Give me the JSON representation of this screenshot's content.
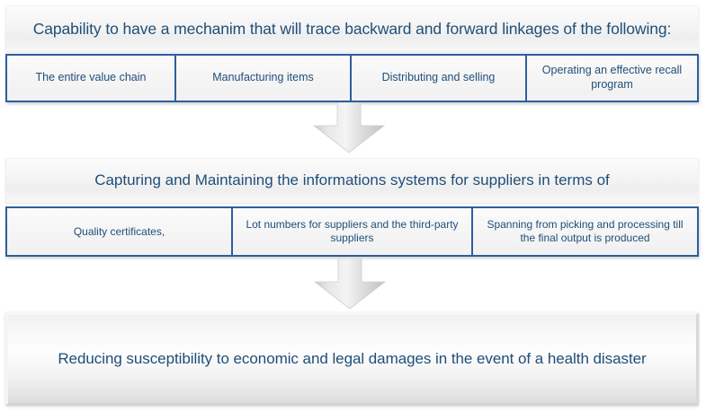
{
  "diagram": {
    "title_banner": {
      "text": "Capability to have a mechanim that will trace backward and forward linkages of the following:"
    },
    "tier1_items": [
      {
        "label": "The entire value chain"
      },
      {
        "label": "Manufacturing items"
      },
      {
        "label": "Distributing and selling"
      },
      {
        "label": "Operating an effective recall program"
      }
    ],
    "connector_1": {
      "icon": "down-arrow-icon"
    },
    "second_banner": {
      "text": "Capturing and Maintaining the informations systems for suppliers in terms of"
    },
    "tier2_items": [
      {
        "label": "Quality certificates,"
      },
      {
        "label": "Lot numbers for suppliers and the third-party suppliers"
      },
      {
        "label": "Spanning from picking and processing till the final output is produced"
      }
    ],
    "connector_2": {
      "icon": "down-arrow-icon"
    },
    "outcome_panel": {
      "text": "Reducing susceptibility to economic and legal damages in the event of a health disaster"
    },
    "colors": {
      "text_blue": "#1F4E79",
      "box_border_blue": "#2E5E9E",
      "banner_background": "#f4f4f4",
      "arrow_grey": "#d3d3d3",
      "page_background": "#ffffff"
    }
  }
}
